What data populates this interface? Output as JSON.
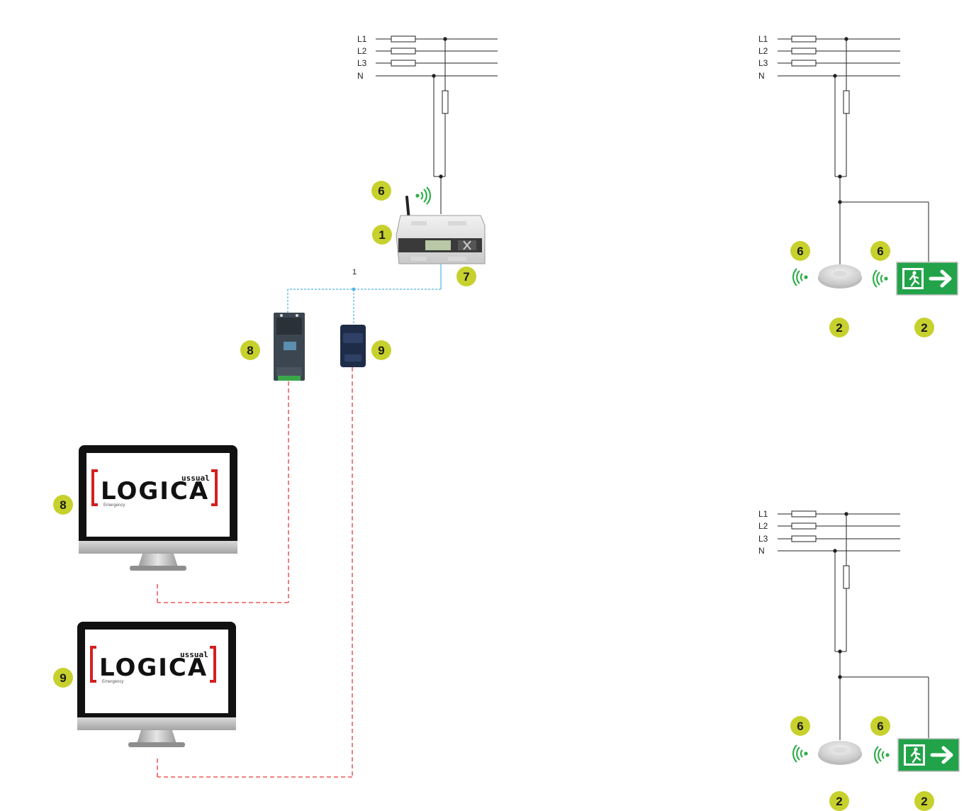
{
  "phases": [
    "L1",
    "L2",
    "L3",
    "N"
  ],
  "bus_label": "1",
  "badges": {
    "controller": "1",
    "wireless": "6",
    "bus": "7",
    "converter_a": "8",
    "converter_b": "9",
    "monitor_a": "8",
    "monitor_b": "9",
    "luminaire": "2"
  },
  "software": {
    "brand": "LOGICA",
    "tag": "ussual",
    "subtitle": "Emergency"
  },
  "colors": {
    "badge": "#c7d12d",
    "bus_line": "#4fb3e8",
    "data_line": "#e53935",
    "exit_sign": "#22a34a",
    "signal": "#2fae4a",
    "logo_bracket": "#d42020"
  },
  "icons": {
    "wireless": "wifi-signal-icon",
    "exit": "exit-running-man-icon",
    "arrow": "arrow-right-icon"
  }
}
